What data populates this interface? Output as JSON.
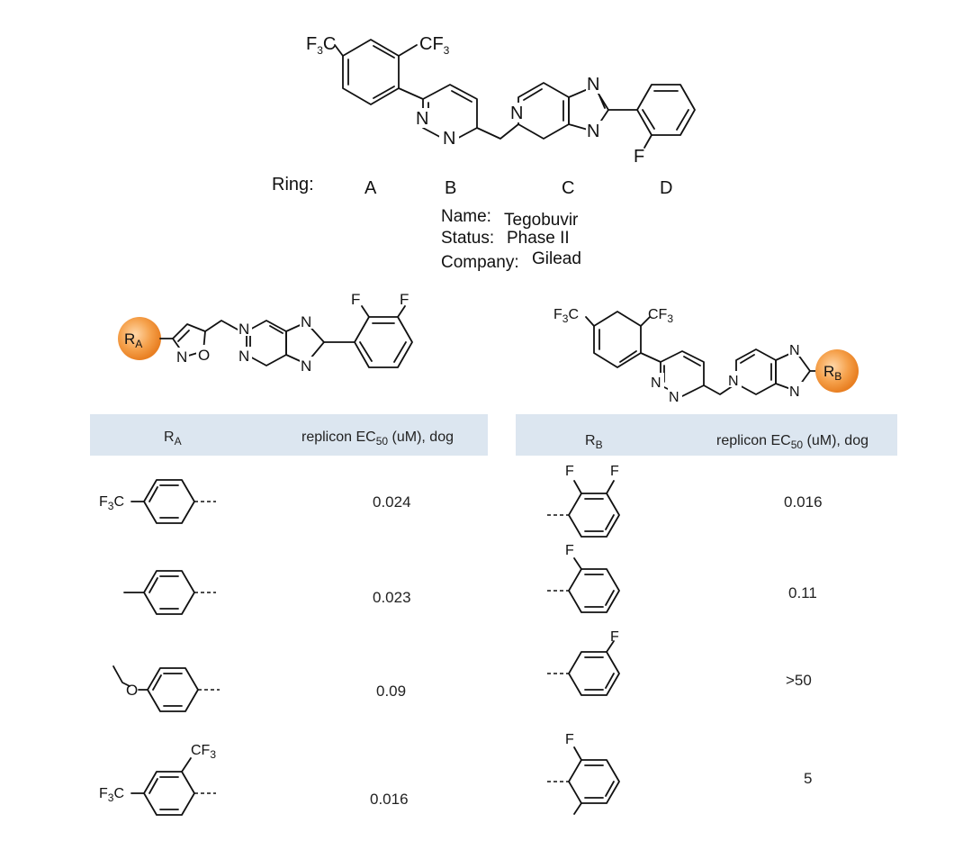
{
  "compound": {
    "ring_label": "Ring:",
    "rings": [
      "A",
      "B",
      "C",
      "D"
    ],
    "name_label": "Name:",
    "name": "Tegobuvir",
    "status_label": "Status:",
    "status": "Phase II",
    "company_label": "Company:",
    "company": "Gilead"
  },
  "atoms": {
    "n": "N",
    "o": "O",
    "f": "F",
    "cf3_text": "CF",
    "f3c_text": "F",
    "c_text": "C",
    "three": "3",
    "r": "R",
    "a_sub": "A",
    "b_sub": "B"
  },
  "table_a": {
    "header_r": "R",
    "header_r_sub": "A",
    "header_ec_pre": "replicon ",
    "header_ec": "EC",
    "header_ec_sub": "50",
    "header_ec_post": " (uM), dog",
    "rows": [
      {
        "value": "0.024"
      },
      {
        "value": "0.023"
      },
      {
        "value": "0.09"
      },
      {
        "value": "0.016"
      }
    ]
  },
  "table_b": {
    "header_r": "R",
    "header_r_sub": "B",
    "header_ec_pre": "replicon ",
    "header_ec": "EC",
    "header_ec_sub": "50",
    "header_ec_post": " (uM), dog",
    "rows": [
      {
        "value": "0.016"
      },
      {
        "value": "0.11"
      },
      {
        "value": ">50"
      },
      {
        "value": "5"
      }
    ]
  },
  "colors": {
    "header_bg": "#dce6f0",
    "highlight_orange": "#f5a04a",
    "bond": "#111111"
  }
}
